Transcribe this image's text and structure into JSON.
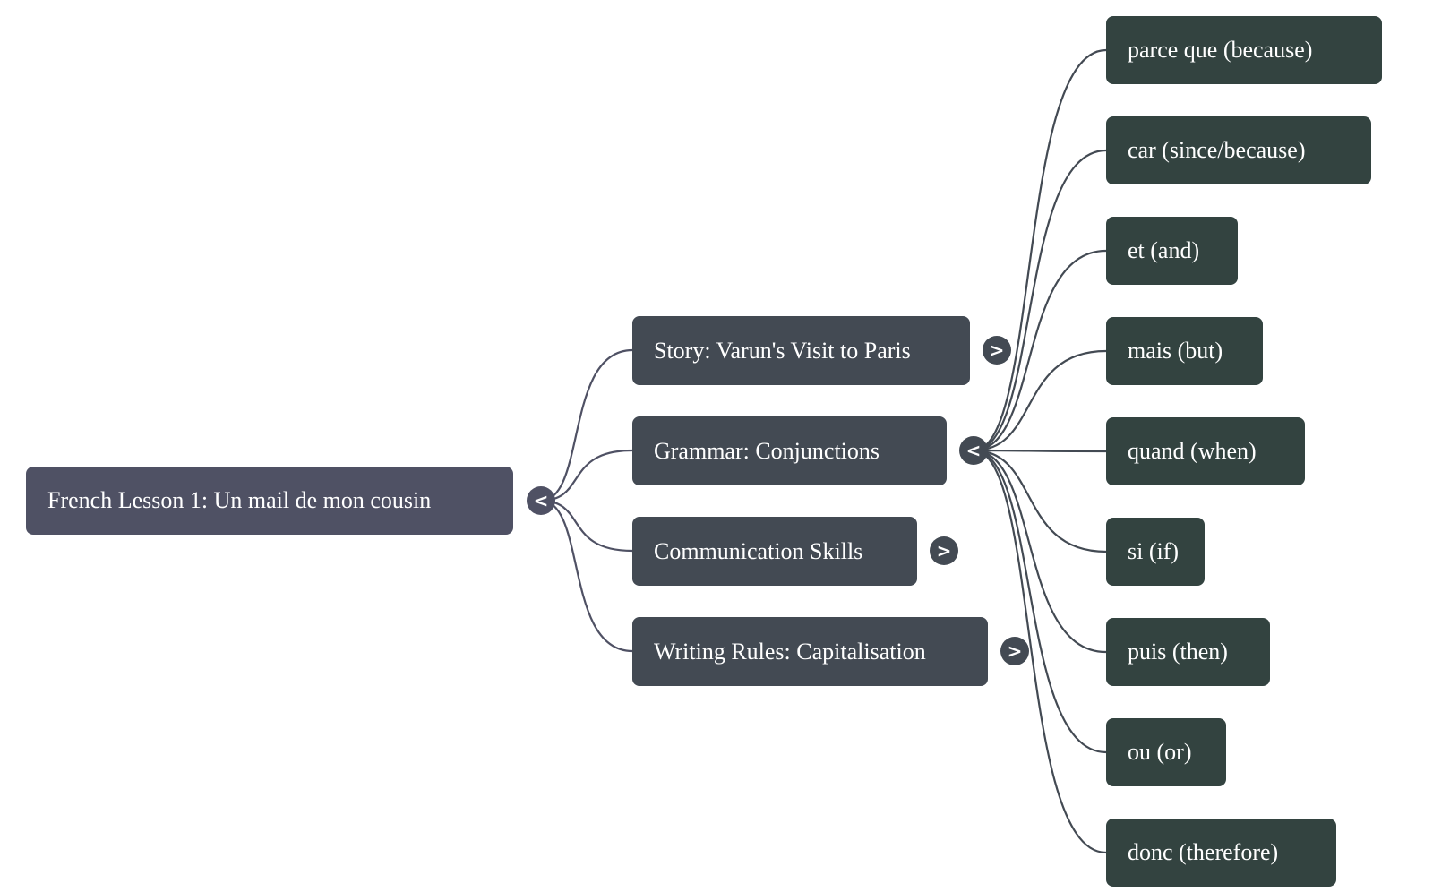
{
  "colors": {
    "root": "#4f5164",
    "level1": "#434a53",
    "level2": "#334340",
    "link_root": "#4f5164",
    "link_level1": "#434a53",
    "text": "#ffffff"
  },
  "root": {
    "label": "French Lesson 1: Un mail de mon cousin",
    "toggle": "<",
    "expanded": true
  },
  "branches": [
    {
      "label": "Story: Varun's Visit to Paris",
      "toggle": ">",
      "expanded": false
    },
    {
      "label": "Grammar: Conjunctions",
      "toggle": "<",
      "expanded": true,
      "children": [
        {
          "label": "parce que (because)"
        },
        {
          "label": "car (since/because)"
        },
        {
          "label": "et (and)"
        },
        {
          "label": "mais (but)"
        },
        {
          "label": "quand (when)"
        },
        {
          "label": "si (if)"
        },
        {
          "label": "puis (then)"
        },
        {
          "label": "ou (or)"
        },
        {
          "label": "donc (therefore)"
        }
      ]
    },
    {
      "label": "Communication Skills",
      "toggle": ">",
      "expanded": false
    },
    {
      "label": "Writing Rules: Capitalisation",
      "toggle": ">",
      "expanded": false
    }
  ]
}
